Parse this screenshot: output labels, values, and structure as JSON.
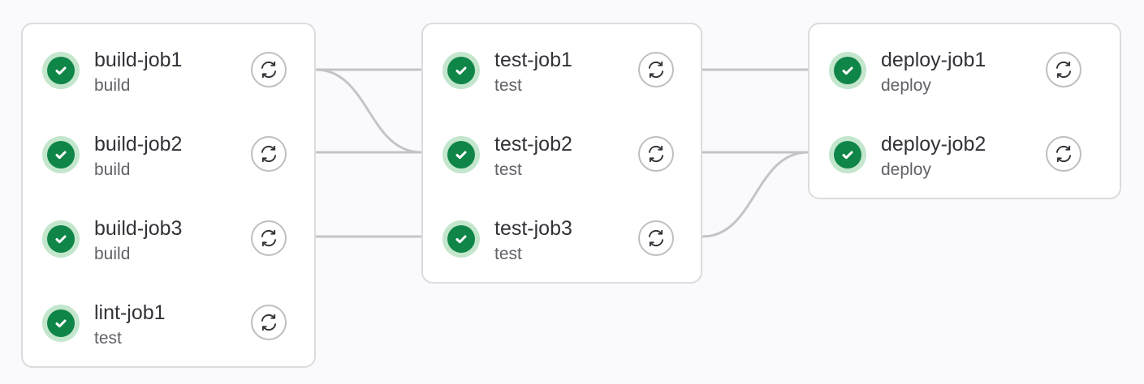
{
  "colors": {
    "success": "#108548",
    "success_ring": "#c3e6cd",
    "link": "#c4c4c7"
  },
  "stages": [
    {
      "jobs": [
        {
          "name": "build-job1",
          "stage": "build",
          "status": "success",
          "action": "retry-icon"
        },
        {
          "name": "build-job2",
          "stage": "build",
          "status": "success",
          "action": "retry-icon"
        },
        {
          "name": "build-job3",
          "stage": "build",
          "status": "success",
          "action": "retry-icon"
        },
        {
          "name": "lint-job1",
          "stage": "test",
          "status": "success",
          "action": "retry-icon"
        }
      ]
    },
    {
      "jobs": [
        {
          "name": "test-job1",
          "stage": "test",
          "status": "success",
          "action": "retry-icon"
        },
        {
          "name": "test-job2",
          "stage": "test",
          "status": "success",
          "action": "retry-icon"
        },
        {
          "name": "test-job3",
          "stage": "test",
          "status": "success",
          "action": "retry-icon"
        }
      ]
    },
    {
      "jobs": [
        {
          "name": "deploy-job1",
          "stage": "deploy",
          "status": "success",
          "action": "retry-icon"
        },
        {
          "name": "deploy-job2",
          "stage": "deploy",
          "status": "success",
          "action": "retry-icon"
        }
      ]
    }
  ],
  "links": [
    {
      "from": "build-job1",
      "to": "test-job1"
    },
    {
      "from": "build-job1",
      "to": "test-job2"
    },
    {
      "from": "build-job2",
      "to": "test-job2"
    },
    {
      "from": "build-job3",
      "to": "test-job3"
    },
    {
      "from": "test-job1",
      "to": "deploy-job1"
    },
    {
      "from": "test-job2",
      "to": "deploy-job2"
    },
    {
      "from": "test-job3",
      "to": "deploy-job2"
    }
  ]
}
